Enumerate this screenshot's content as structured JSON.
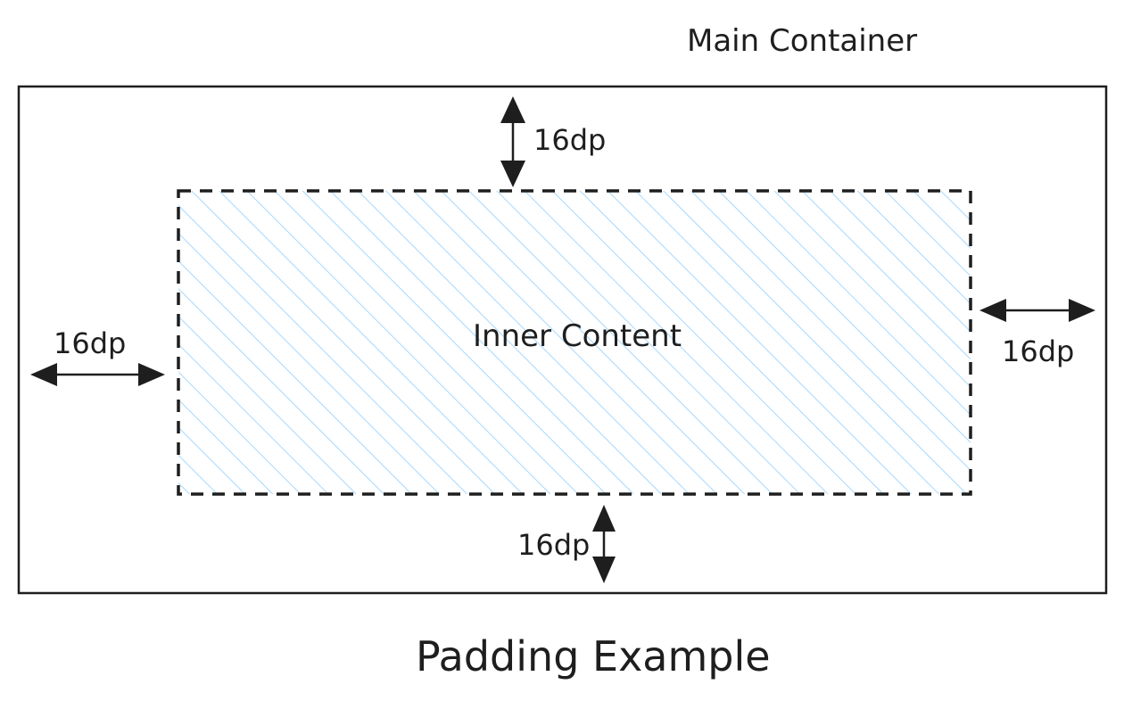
{
  "diagram": {
    "container_label": "Main Container",
    "inner_label": "Inner Content",
    "caption": "Padding Example",
    "padding": {
      "top": "16dp",
      "bottom": "16dp",
      "left": "16dp",
      "right": "16dp"
    },
    "colors": {
      "stroke": "#1e1e1e",
      "hatch": "#a5d8ff",
      "background": "#ffffff"
    }
  }
}
